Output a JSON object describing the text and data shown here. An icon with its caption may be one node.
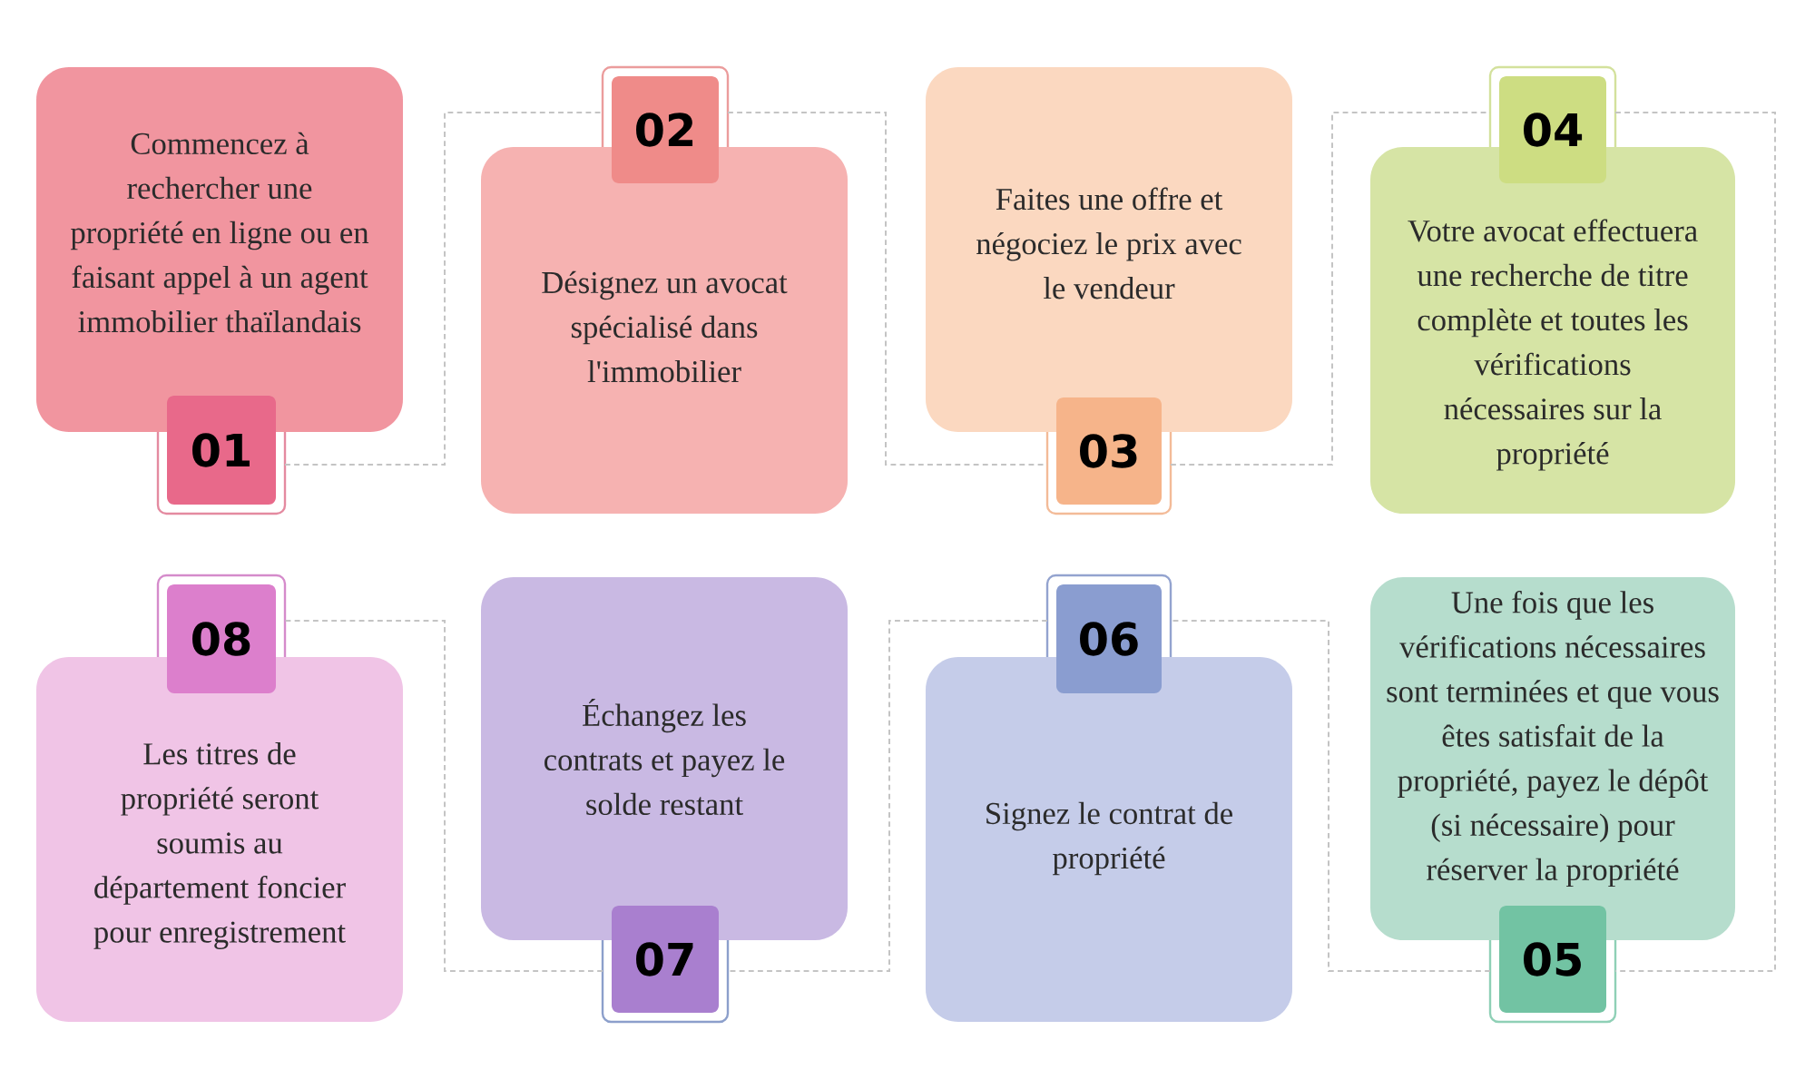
{
  "diagram": {
    "nodes": [
      {
        "text": [
          "Commencez à rechercher une propriété en ligne ou en faisant appel à un agent immobilier thaïlandais"
        ]
      },
      {
        "text": [
          "01"
        ]
      },
      {
        "text": [
          "Désignez un avocat spécialisé dans l'immobilier"
        ]
      },
      {
        "text": [
          "02"
        ]
      },
      {
        "text": [
          "Faites une offre et négociez le prix avec le vendeur"
        ]
      },
      {
        "text": [
          "03"
        ]
      },
      {
        "text": [
          "Votre avocat effectuera une recherche de titre complète et toutes les vérifications nécessaires sur la propriété"
        ]
      },
      {
        "text": [
          "04"
        ]
      },
      {
        "text": [
          "Une fois que les vérifications nécessaires sont terminées et que vous êtes satisfait de la propriété, payez le dépôt (si nécessaire) pour réserver la propriété"
        ]
      },
      {
        "text": [
          "05"
        ]
      },
      {
        "text": [
          "Signez le contrat de propriété"
        ]
      },
      {
        "text": [
          "06"
        ]
      },
      {
        "text": [
          "Échangez les contrats et payez le solde restant"
        ]
      },
      {
        "text": [
          "07"
        ]
      },
      {
        "text": [
          "Les titres de propriété seront soumis au département foncier pour enregistrement"
        ]
      },
      {
        "text": [
          "08"
        ]
      }
    ],
    "edges": [
      {
        "from": 1,
        "to": 3,
        "arrow": "none",
        "style": "dashed"
      },
      {
        "from": 3,
        "to": 5,
        "arrow": "none",
        "style": "dashed"
      },
      {
        "from": 5,
        "to": 7,
        "arrow": "none",
        "style": "dashed"
      },
      {
        "from": 7,
        "to": 9,
        "arrow": "none",
        "style": "dashed"
      },
      {
        "from": 9,
        "to": 11,
        "arrow": "none",
        "style": "dashed"
      },
      {
        "from": 11,
        "to": 13,
        "arrow": "none",
        "style": "dashed"
      },
      {
        "from": 13,
        "to": 15,
        "arrow": "none",
        "style": "dashed"
      }
    ]
  }
}
